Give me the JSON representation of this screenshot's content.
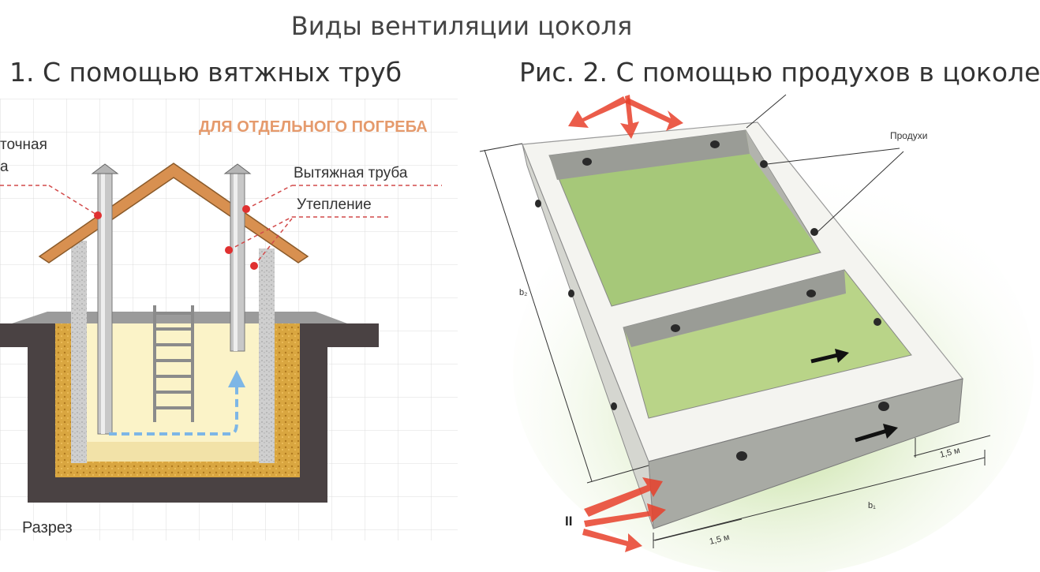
{
  "title": "Виды вентиляции цоколя",
  "left": {
    "heading": "1. С помощью вятжных труб",
    "banner": "ДЛЯ ОТДЕЛЬНОГО ПОГРЕБА",
    "label_supply_top": "точная",
    "label_supply_bottom": "а",
    "label_exhaust": "Вытяжная труба",
    "label_insulation": "Утепление",
    "label_section": "Разрез"
  },
  "right": {
    "heading": "Рис. 2. С помощью продухов в цоколе",
    "label_vents": "Продухи",
    "label_b2": "b₂",
    "label_b1": "b₁",
    "label_dim_right": "1,5 м",
    "label_dim_bottom": "1,5 м",
    "label_ii": "II"
  },
  "colors": {
    "roof": "#d89050",
    "soil": "#4a4243",
    "gravel": "#d9a640",
    "airflow": "#7db6e6",
    "vent_arrows": "#e8402a",
    "grass": "#9dc96a"
  }
}
